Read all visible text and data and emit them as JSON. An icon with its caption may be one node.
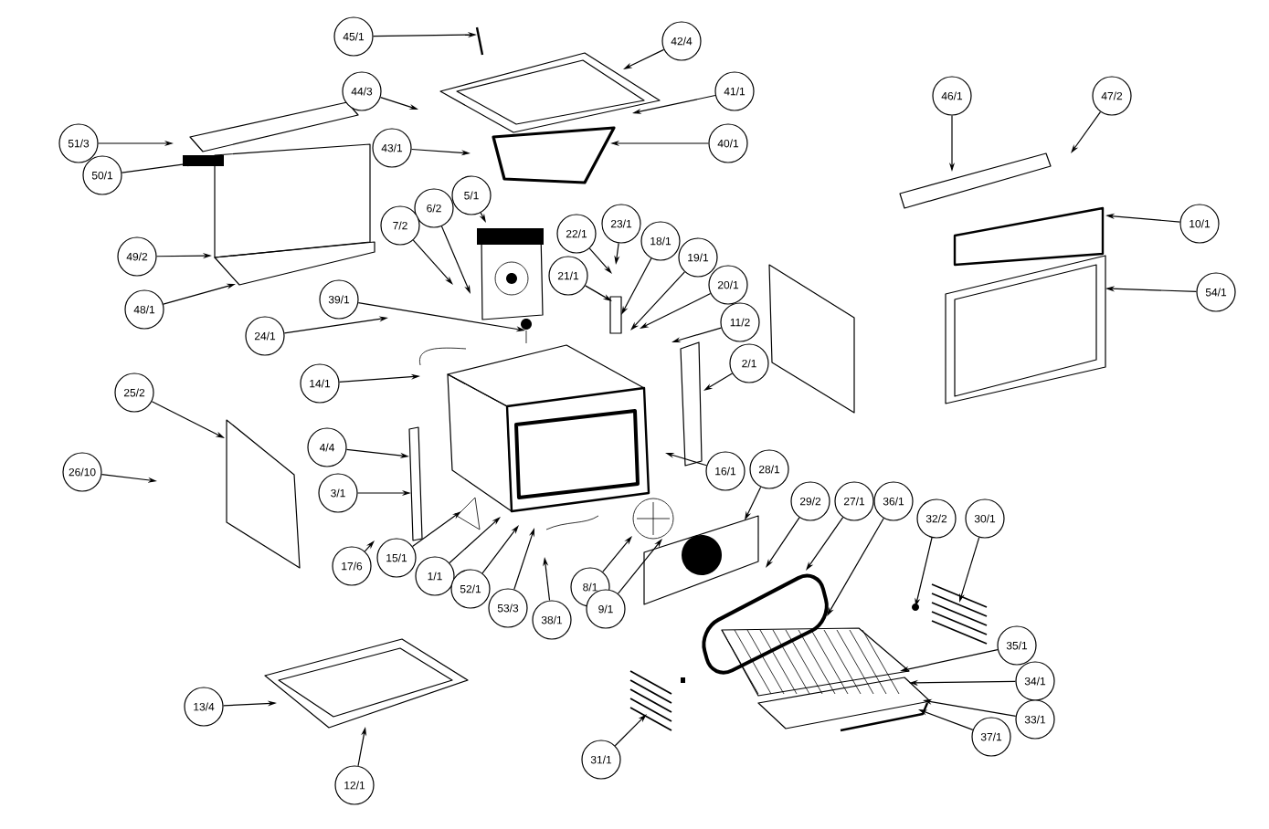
{
  "diagram": {
    "nodes": [
      {
        "text": [
          "45/1"
        ]
      },
      {
        "text": [
          "42/4"
        ]
      },
      {
        "text": [
          "44/3"
        ]
      },
      {
        "text": [
          "41/1"
        ]
      },
      {
        "text": [
          "51/3"
        ]
      },
      {
        "text": [
          "43/1"
        ]
      },
      {
        "text": [
          "40/1"
        ]
      },
      {
        "text": [
          "46/1"
        ]
      },
      {
        "text": [
          "47/2"
        ]
      },
      {
        "text": [
          "50/1"
        ]
      },
      {
        "text": [
          "5/1"
        ]
      },
      {
        "text": [
          "6/2"
        ]
      },
      {
        "text": [
          "7/2"
        ]
      },
      {
        "text": [
          "22/1"
        ]
      },
      {
        "text": [
          "23/1"
        ]
      },
      {
        "text": [
          "18/1"
        ]
      },
      {
        "text": [
          "19/1"
        ]
      },
      {
        "text": [
          "10/1"
        ]
      },
      {
        "text": [
          "49/2"
        ]
      },
      {
        "text": [
          "21/1"
        ]
      },
      {
        "text": [
          "20/1"
        ]
      },
      {
        "text": [
          "39/1"
        ]
      },
      {
        "text": [
          "48/1"
        ]
      },
      {
        "text": [
          "54/1"
        ]
      },
      {
        "text": [
          "24/1"
        ]
      },
      {
        "text": [
          "11/2"
        ]
      },
      {
        "text": [
          "14/1"
        ]
      },
      {
        "text": [
          "2/1"
        ]
      },
      {
        "text": [
          "25/2"
        ]
      },
      {
        "text": [
          "4/4"
        ]
      },
      {
        "text": [
          "16/1"
        ]
      },
      {
        "text": [
          "28/1"
        ]
      },
      {
        "text": [
          "26/10"
        ]
      },
      {
        "text": [
          "29/2"
        ]
      },
      {
        "text": [
          "27/1"
        ]
      },
      {
        "text": [
          "36/1"
        ]
      },
      {
        "text": [
          "32/2"
        ]
      },
      {
        "text": [
          "30/1"
        ]
      },
      {
        "text": [
          "3/1"
        ]
      },
      {
        "text": [
          "17/6"
        ]
      },
      {
        "text": [
          "15/1"
        ]
      },
      {
        "text": [
          "1/1"
        ]
      },
      {
        "text": [
          "52/1"
        ]
      },
      {
        "text": [
          "53/3"
        ]
      },
      {
        "text": [
          "8/1"
        ]
      },
      {
        "text": [
          "9/1"
        ]
      },
      {
        "text": [
          "38/1"
        ]
      },
      {
        "text": [
          "35/1"
        ]
      },
      {
        "text": [
          "34/1"
        ]
      },
      {
        "text": [
          "33/1"
        ]
      },
      {
        "text": [
          "37/1"
        ]
      },
      {
        "text": [
          "13/4"
        ]
      },
      {
        "text": [
          "31/1"
        ]
      },
      {
        "text": [
          "12/1"
        ]
      }
    ],
    "edges": [
      {
        "from": 0,
        "to": null,
        "arrow": "to"
      },
      {
        "from": 1,
        "to": null,
        "arrow": "to"
      },
      {
        "from": 2,
        "to": null,
        "arrow": "to"
      },
      {
        "from": 3,
        "to": null,
        "arrow": "to"
      },
      {
        "from": 4,
        "to": null,
        "arrow": "to"
      },
      {
        "from": 5,
        "to": null,
        "arrow": "to"
      },
      {
        "from": 6,
        "to": null,
        "arrow": "to"
      },
      {
        "from": 7,
        "to": null,
        "arrow": "to"
      },
      {
        "from": 8,
        "to": null,
        "arrow": "to"
      },
      {
        "from": 9,
        "to": null,
        "arrow": "to"
      },
      {
        "from": 10,
        "to": null,
        "arrow": "to"
      },
      {
        "from": 11,
        "to": null,
        "arrow": "to"
      },
      {
        "from": 12,
        "to": null,
        "arrow": "to"
      },
      {
        "from": 13,
        "to": null,
        "arrow": "to"
      },
      {
        "from": 14,
        "to": null,
        "arrow": "to"
      },
      {
        "from": 15,
        "to": null,
        "arrow": "to"
      },
      {
        "from": 16,
        "to": null,
        "arrow": "to"
      },
      {
        "from": 17,
        "to": null,
        "arrow": "to"
      },
      {
        "from": 18,
        "to": null,
        "arrow": "to"
      },
      {
        "from": 19,
        "to": null,
        "arrow": "to"
      },
      {
        "from": 20,
        "to": null,
        "arrow": "to"
      },
      {
        "from": 21,
        "to": null,
        "arrow": "to"
      },
      {
        "from": 22,
        "to": null,
        "arrow": "to"
      },
      {
        "from": 23,
        "to": null,
        "arrow": "to"
      },
      {
        "from": 24,
        "to": null,
        "arrow": "to"
      },
      {
        "from": 25,
        "to": null,
        "arrow": "to"
      },
      {
        "from": 26,
        "to": null,
        "arrow": "to"
      },
      {
        "from": 27,
        "to": null,
        "arrow": "to"
      },
      {
        "from": 28,
        "to": null,
        "arrow": "to"
      },
      {
        "from": 29,
        "to": null,
        "arrow": "to"
      },
      {
        "from": 30,
        "to": null,
        "arrow": "to"
      },
      {
        "from": 31,
        "to": null,
        "arrow": "to"
      },
      {
        "from": 32,
        "to": null,
        "arrow": "to"
      },
      {
        "from": 33,
        "to": null,
        "arrow": "to"
      },
      {
        "from": 34,
        "to": null,
        "arrow": "to"
      },
      {
        "from": 35,
        "to": null,
        "arrow": "to"
      },
      {
        "from": 36,
        "to": null,
        "arrow": "to"
      },
      {
        "from": 37,
        "to": null,
        "arrow": "to"
      },
      {
        "from": 38,
        "to": null,
        "arrow": "to"
      },
      {
        "from": 39,
        "to": null,
        "arrow": "to"
      },
      {
        "from": 40,
        "to": null,
        "arrow": "to"
      },
      {
        "from": 41,
        "to": null,
        "arrow": "to"
      },
      {
        "from": 42,
        "to": null,
        "arrow": "to"
      },
      {
        "from": 43,
        "to": null,
        "arrow": "to"
      },
      {
        "from": 44,
        "to": null,
        "arrow": "to"
      },
      {
        "from": 45,
        "to": null,
        "arrow": "to"
      },
      {
        "from": 46,
        "to": null,
        "arrow": "to"
      },
      {
        "from": 47,
        "to": null,
        "arrow": "to"
      },
      {
        "from": 48,
        "to": null,
        "arrow": "to"
      },
      {
        "from": 49,
        "to": null,
        "arrow": "to"
      },
      {
        "from": 50,
        "to": null,
        "arrow": "to"
      },
      {
        "from": 51,
        "to": null,
        "arrow": "to"
      },
      {
        "from": 52,
        "to": null,
        "arrow": "to"
      },
      {
        "from": 53,
        "to": null,
        "arrow": "to"
      }
    ]
  }
}
